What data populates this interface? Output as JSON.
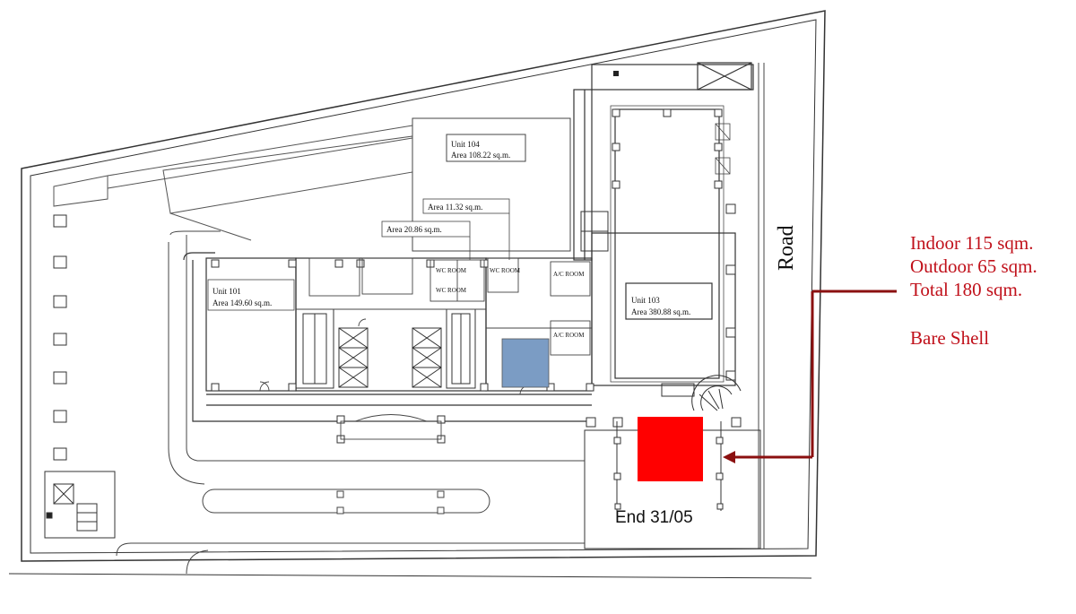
{
  "road_label": "Road",
  "end_label": "End 31/05",
  "units": {
    "u101": {
      "name": "Unit 101",
      "area": "Area 149.60 sq.m."
    },
    "u103": {
      "name": "Unit 103",
      "area": "Area 380.88 sq.m."
    },
    "u104": {
      "name": "Unit 104",
      "area": "Area 108.22 sq.m."
    }
  },
  "areas": {
    "a1": "Area 11.32 sq.m.",
    "a2": "Area 20.86 sq.m."
  },
  "rooms": {
    "wc": "WC ROOM",
    "ac": "A/C ROOM"
  },
  "info": {
    "indoor": "Indoor 115 sqm.",
    "outdoor": "Outdoor 65 sqm.",
    "total": "Total 180 sqm.",
    "status": "Bare Shell"
  },
  "colors": {
    "highlight": "#ff0000",
    "blue_block": "#7b9cc4",
    "annotation": "#c0101a",
    "arrow": "#8b1010"
  }
}
